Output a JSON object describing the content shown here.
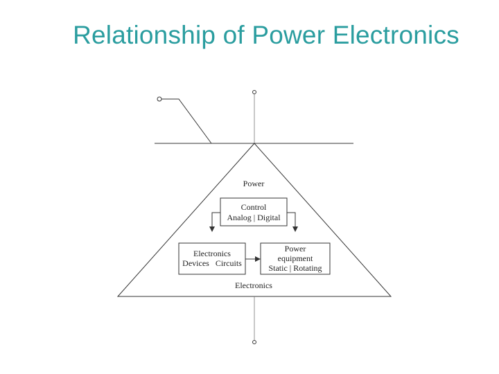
{
  "slide": {
    "title": "Relationship of Power Electronics"
  },
  "diagram": {
    "top_label": "Power",
    "bottom_label": "Electronics",
    "control_box": {
      "line1": "Control",
      "line2": "Analog | Digital"
    },
    "electronics_box": {
      "line1": "Electronics",
      "line2": "Devices   Circuits"
    },
    "power_equipment_box": {
      "line1": "Power",
      "line2": "equipment",
      "line3": "Static | Rotating"
    }
  }
}
